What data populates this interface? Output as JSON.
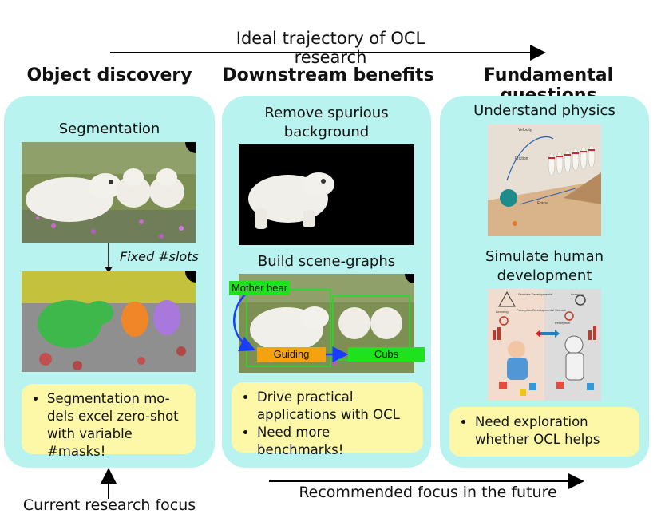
{
  "header": {
    "trajectory_label": "Ideal trajectory of OCL research"
  },
  "columns": {
    "discovery": {
      "title": "Object discovery",
      "subtitle": "Segmentation",
      "arrow_label": "Fixed #slots",
      "notes": [
        "Segmentation mo-dels excel zero-shot with variable #masks!"
      ]
    },
    "downstream": {
      "title": "Downstream benefits",
      "subtitle1": "Remove spurious background",
      "subtitle2": "Build scene-graphs",
      "graph": {
        "node_mother": "Mother bear",
        "node_relation": "Guiding",
        "node_cubs": "Cubs"
      },
      "notes": [
        "Drive practical applications with OCL",
        "Need more benchmarks!"
      ]
    },
    "fundamental": {
      "title": "Fundamental questions",
      "subtitle1": "Understand physics",
      "subtitle2": "Simulate human development",
      "physics_labels": {
        "velocity": "Velocity",
        "friction": "Friction",
        "force": "Force"
      },
      "dev_labels": {
        "simulate": "Simulate Developmental",
        "learning": "Learning",
        "perception": "Perception",
        "science": "Perception Developmental Science",
        "learning2": "Learning"
      },
      "notes": [
        "Need exploration whether OCL helps"
      ]
    }
  },
  "footer": {
    "current_focus": "Current research focus",
    "recommended_focus": "Recommended focus in the future"
  },
  "colors": {
    "panel": "#b9f3ef",
    "note": "#fdf7a8",
    "green_node": "#1ee21e",
    "orange_node": "#f5a20f"
  }
}
